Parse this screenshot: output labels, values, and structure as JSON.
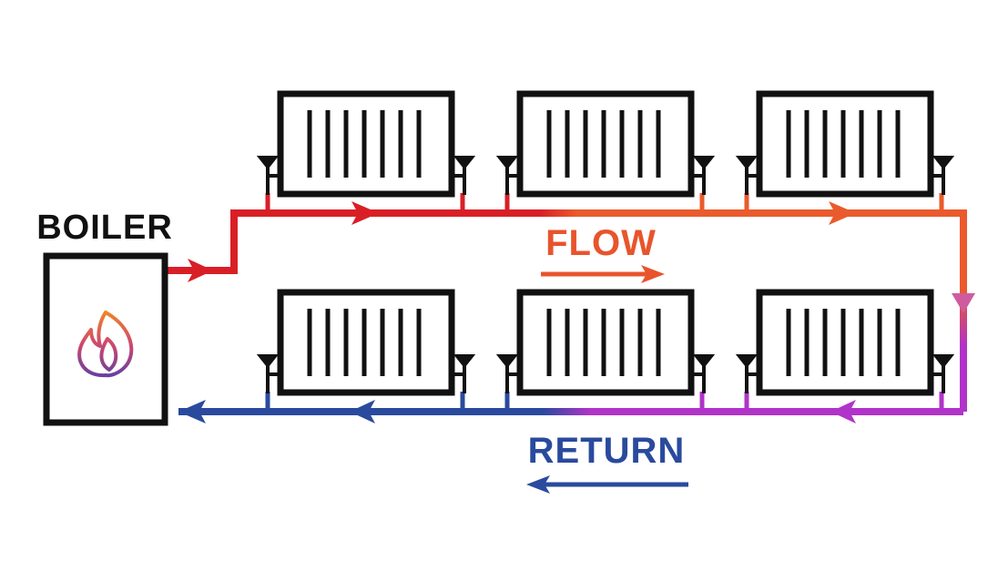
{
  "labels": {
    "boiler": "BOILER",
    "flow": "FLOW",
    "return": "RETURN"
  },
  "colors": {
    "outline": "#111111",
    "flow_hot": "#d91f26",
    "flow_warm": "#ea5a2c",
    "return_warm": "#b133c9",
    "return_cool": "#2a4a9e",
    "flow_text": "#e8542c",
    "return_text": "#2a4a9e"
  },
  "icons": {
    "boiler_flame": "flame-icon",
    "radiator": "radiator-icon"
  },
  "radiators": {
    "flow_row": [
      "radiator-1",
      "radiator-2",
      "radiator-3"
    ],
    "return_row": [
      "radiator-4",
      "radiator-5",
      "radiator-6"
    ]
  }
}
